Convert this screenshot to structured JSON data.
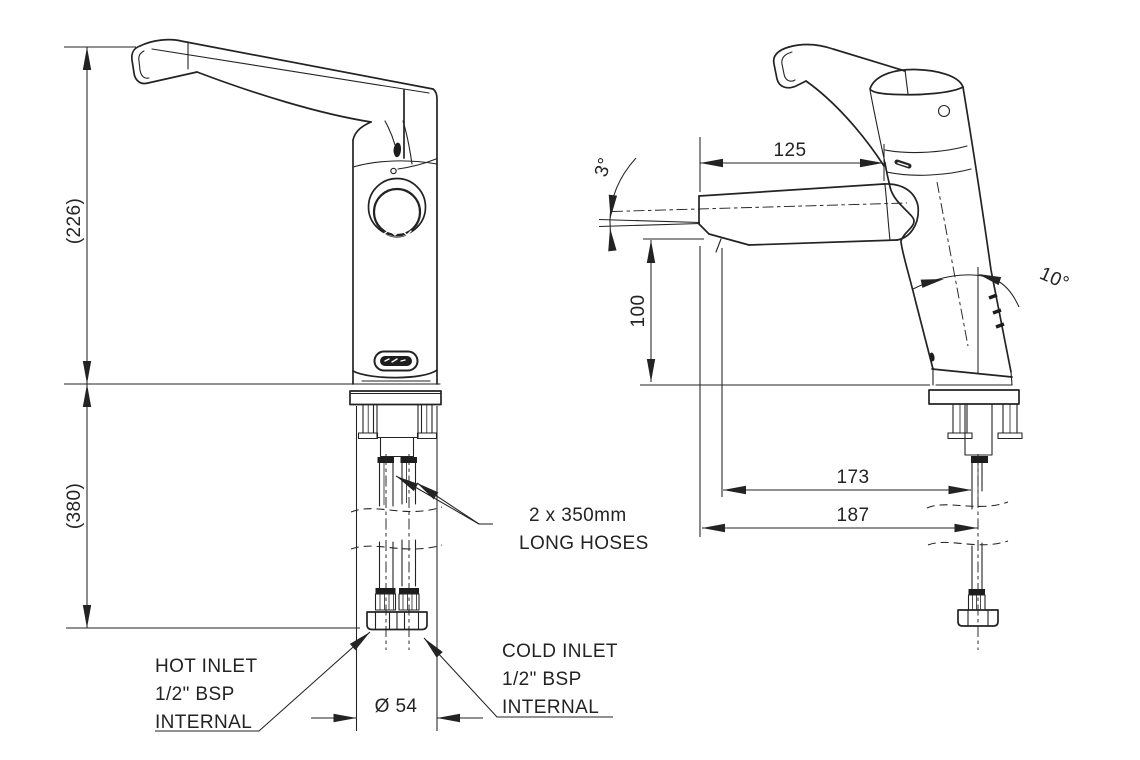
{
  "drawing": {
    "kind": "technical dimension drawing",
    "subject": "single-lever mixer tap, front and side elevations",
    "background": "#ffffff",
    "line_color": "#232323"
  },
  "front_view": {
    "dim_height_above_deck": "(226)",
    "dim_height_below_deck": "(380)",
    "dim_base_diameter": "Ø 54",
    "hoses_label_line1": "2 x 350mm",
    "hoses_label_line2": "LONG HOSES",
    "hot_inlet_line1": "HOT INLET",
    "hot_inlet_line2": "1/2\" BSP",
    "hot_inlet_line3": "INTERNAL",
    "cold_inlet_line1": "COLD INLET",
    "cold_inlet_line2": "1/2\" BSP",
    "cold_inlet_line3": "INTERNAL"
  },
  "side_view": {
    "dim_spout_reach": "125",
    "dim_spout_angle": "3°",
    "dim_spout_height": "100",
    "dim_body_angle": "10°",
    "dim_centre_to_inlet": "173",
    "dim_overall_projection": "187"
  }
}
